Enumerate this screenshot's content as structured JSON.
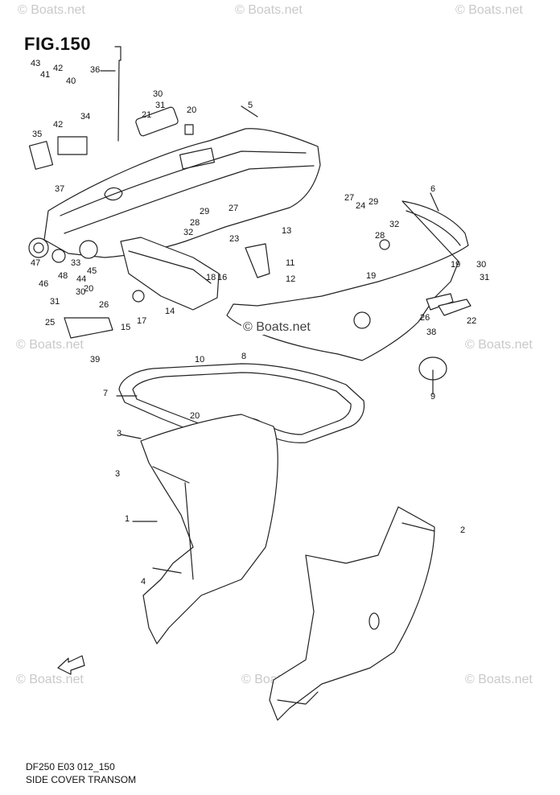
{
  "title": "FIG.150",
  "footer": {
    "line1": "DF250 E03 012_150",
    "line2": "SIDE COVER TRANSOM"
  },
  "watermark": "© Boats.net",
  "part_labels": [
    "1",
    "2",
    "3",
    "3",
    "4",
    "5",
    "6",
    "7",
    "8",
    "9",
    "10",
    "11",
    "12",
    "13",
    "14",
    "15",
    "16",
    "17",
    "18",
    "19",
    "19",
    "20",
    "20",
    "20",
    "21",
    "22",
    "23",
    "24",
    "25",
    "26",
    "26",
    "27",
    "27",
    "28",
    "28",
    "29",
    "29",
    "30",
    "30",
    "30",
    "31",
    "31",
    "31",
    "32",
    "32",
    "33",
    "34",
    "35",
    "36",
    "37",
    "38",
    "39",
    "40",
    "41",
    "42",
    "42",
    "43",
    "44",
    "45",
    "46",
    "47",
    "48"
  ],
  "colors": {
    "line": "#222222",
    "fill": "#ffffff",
    "shade": "#e6e6e6",
    "watermark": "#c9c9c9"
  }
}
